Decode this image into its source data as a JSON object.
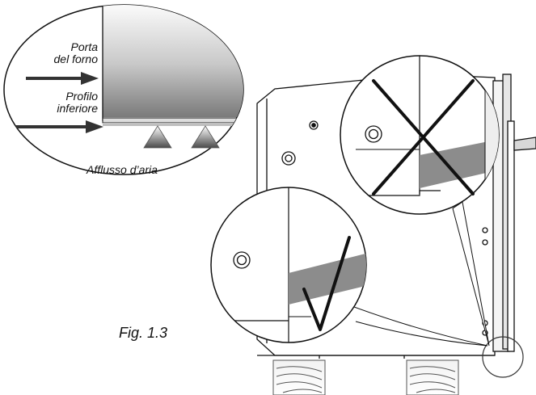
{
  "labels": {
    "porta_line1": "Porta",
    "porta_line2": "del forno",
    "profilo_line1": "Profilo",
    "profilo_line2": "inferiore",
    "afflusso": "Afflusso d’aria",
    "figure_caption": "Fig. 1.3"
  },
  "marks": {
    "wrong": "cross-mark-icon",
    "correct": "check-mark-icon"
  }
}
